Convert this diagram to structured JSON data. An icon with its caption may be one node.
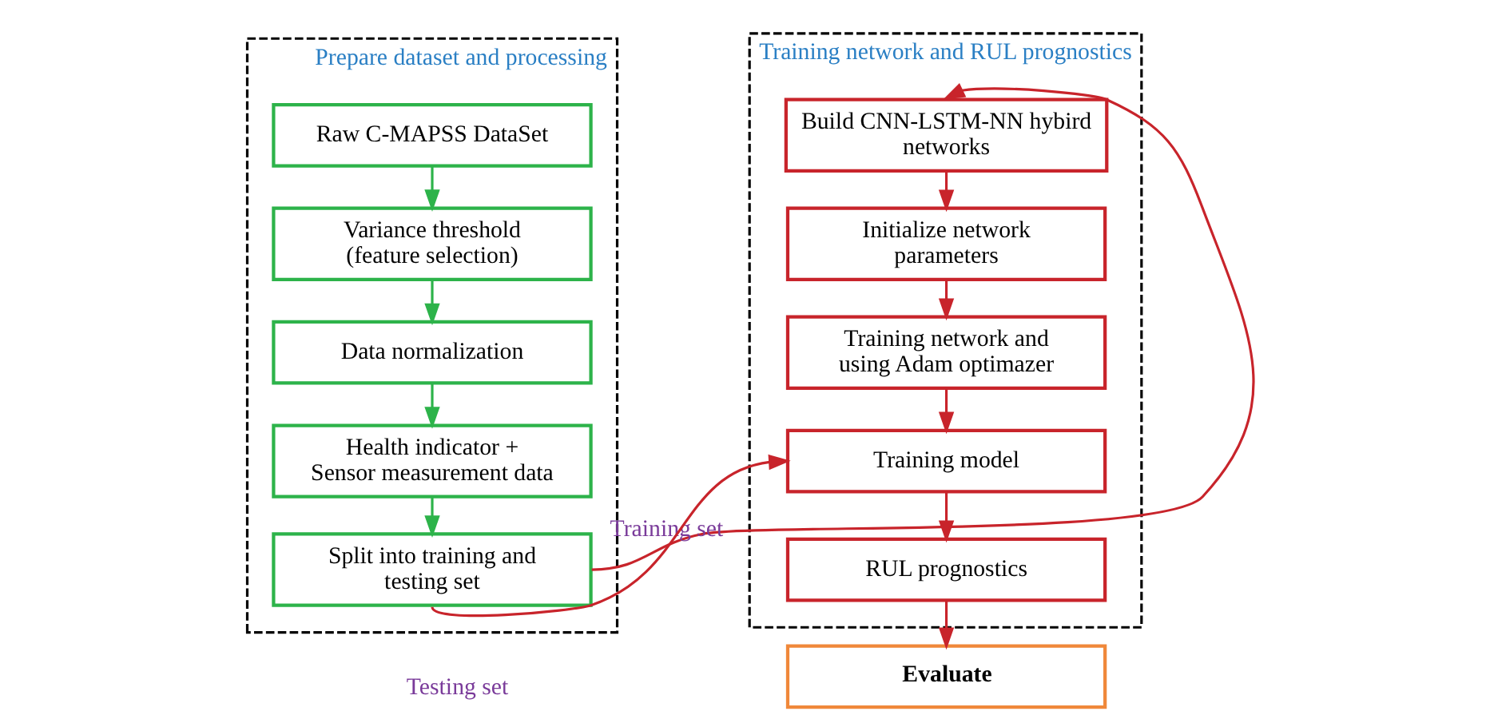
{
  "diagram": {
    "nodes": [
      {
        "text": [
          "Prepare dataset and processing"
        ]
      },
      {
        "text": [
          "Raw C-MAPSS DataSet"
        ],
        "in": 0
      },
      {
        "text": [
          "Variance threshold (feature selection)"
        ],
        "in": 0
      },
      {
        "text": [
          "Data normalization"
        ],
        "in": 0
      },
      {
        "text": [
          "Health indicator + Sensor measurement data"
        ],
        "in": 0
      },
      {
        "text": [
          "Split into training and testing set"
        ],
        "in": 0
      },
      {
        "text": [
          "Training network and RUL prognostics"
        ]
      },
      {
        "text": [
          "Build CNN-LSTM-NN hybird networks"
        ],
        "in": 6
      },
      {
        "text": [
          "Initialize network parameters"
        ],
        "in": 6
      },
      {
        "text": [
          "Training network and using Adam optimazer"
        ],
        "in": 6
      },
      {
        "text": [
          "Training model"
        ],
        "in": 6
      },
      {
        "text": [
          "RUL prognostics"
        ],
        "in": 6
      },
      {
        "text": [
          "Evaluate"
        ]
      }
    ],
    "edges": [
      {
        "from": 1,
        "to": 2,
        "arrow": "to",
        "color": "#2db34a"
      },
      {
        "from": 2,
        "to": 3,
        "arrow": "to",
        "color": "#2db34a"
      },
      {
        "from": 3,
        "to": 4,
        "arrow": "to",
        "color": "#2db34a"
      },
      {
        "from": 4,
        "to": 5,
        "arrow": "to",
        "color": "#2db34a"
      },
      {
        "from": 5,
        "to": 7,
        "arrow": "to",
        "label": "Training set"
      },
      {
        "from": 5,
        "to": 10,
        "arrow": "to",
        "label": "Testing set"
      },
      {
        "from": 7,
        "to": 8,
        "arrow": "to"
      },
      {
        "from": 8,
        "to": 9,
        "arrow": "to"
      },
      {
        "from": 9,
        "to": 10,
        "arrow": "to"
      },
      {
        "from": 10,
        "to": 11,
        "arrow": "to"
      },
      {
        "from": 11,
        "to": 12,
        "arrow": "to"
      }
    ]
  }
}
